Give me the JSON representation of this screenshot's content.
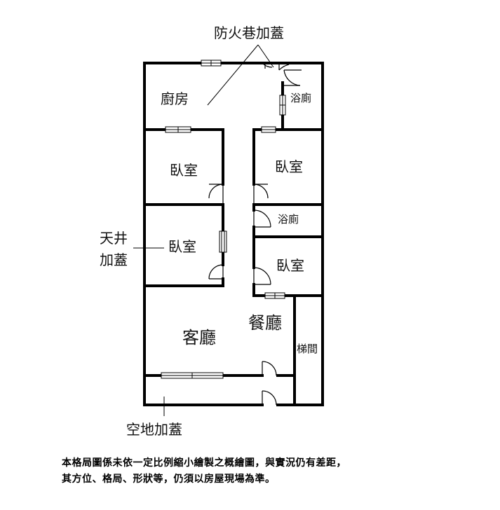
{
  "labels": {
    "alley_extension": "防火巷加蓋",
    "kitchen": "廚房",
    "bath_top": "浴廁",
    "bedroom_top_left": "臥室",
    "bedroom_top_right": "臥室",
    "bath_middle": "浴廁",
    "light_well_line1": "天井",
    "light_well_line2": "加蓋",
    "bedroom_middle_left": "臥室",
    "bedroom_middle_right": "臥室",
    "dining": "餐廳",
    "living": "客廳",
    "stairwell": "梯間",
    "yard_extension": "空地加蓋"
  },
  "disclaimer": {
    "line1": "本格局圖係未依一定比例縮小繪製之概繪圖，與實況仍有差距，",
    "line2": "其方位、格局、形狀等，仍須以房屋現場為準。"
  }
}
